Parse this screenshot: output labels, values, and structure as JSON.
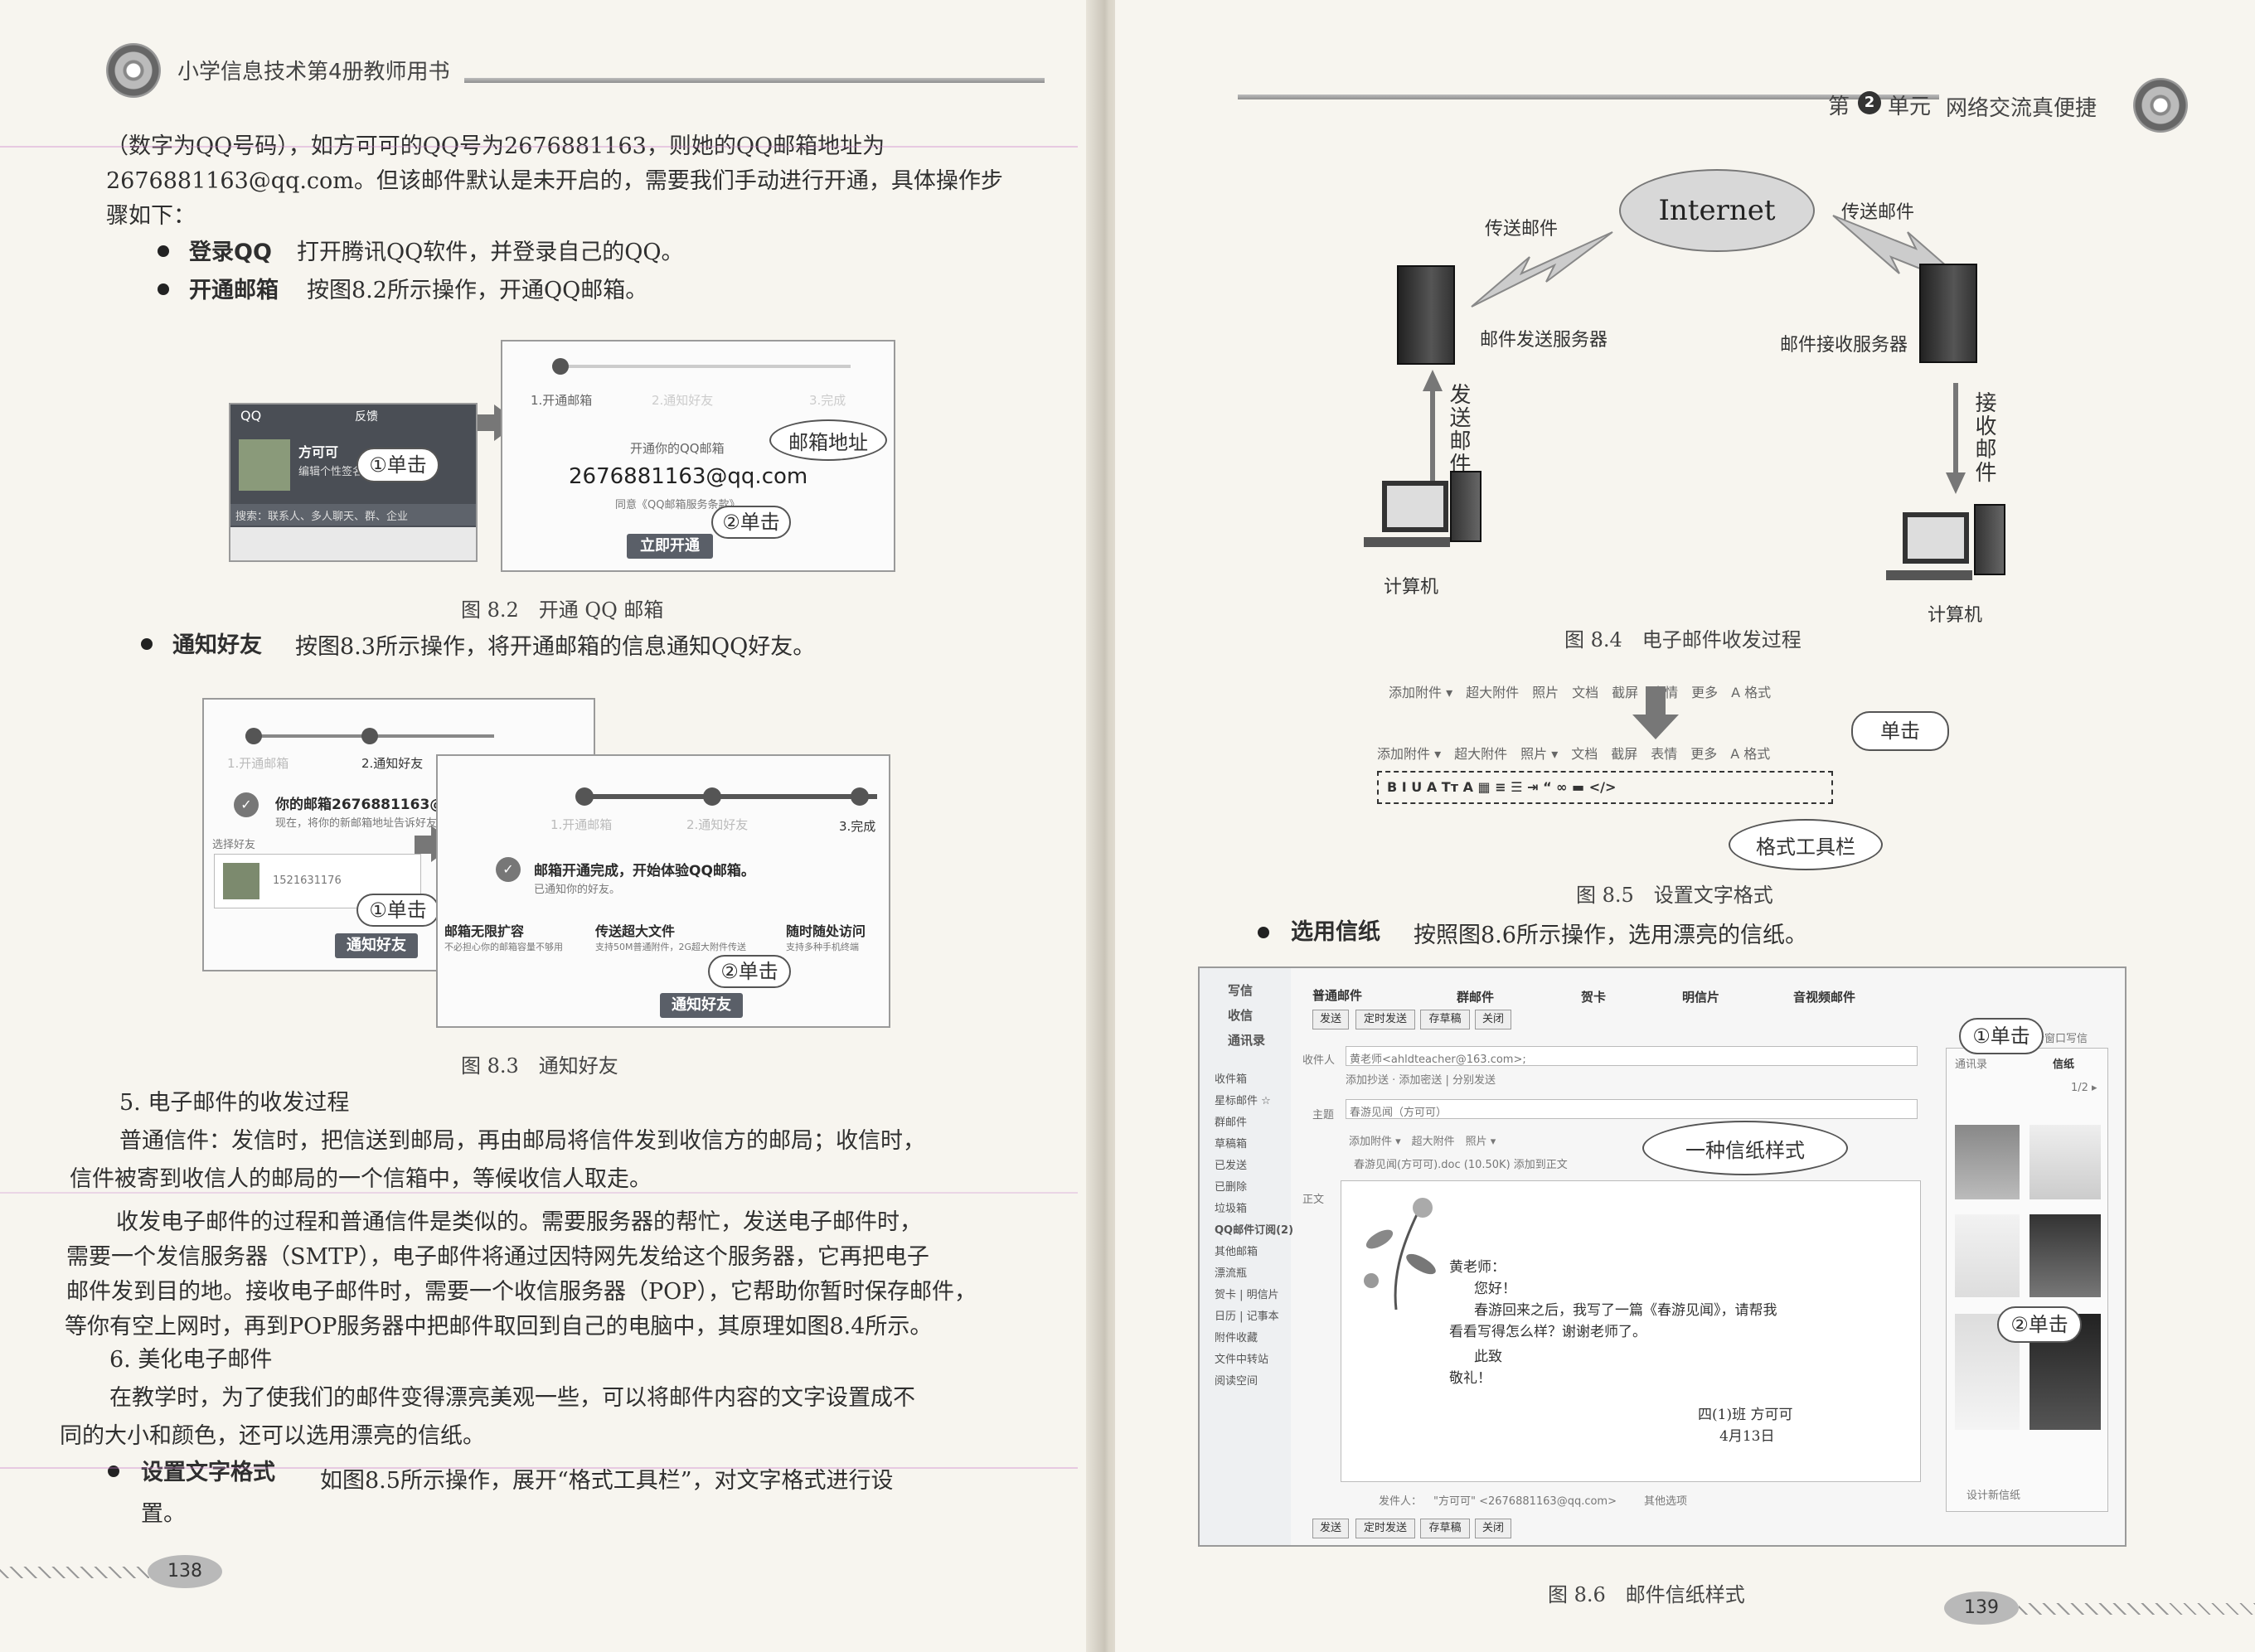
{
  "left": {
    "header_title": "小学信息技术第4册教师用书",
    "para1": [
      "（数字为QQ号码），如方可可的QQ号为2676881163，则她的QQ邮箱地址为",
      "2676881163@qq.com。但该邮件默认是未开启的，需要我们手动进行开通，具体操作步",
      "骤如下："
    ],
    "bullets": [
      {
        "title": "登录QQ",
        "text": "打开腾讯QQ软件，并登录自己的QQ。"
      },
      {
        "title": "开通邮箱",
        "text": "按图8.2所示操作，开通QQ邮箱。"
      },
      {
        "title": "通知好友",
        "text": "按图8.3所示操作，将开通邮箱的信息通知QQ好友。"
      }
    ],
    "fig82": {
      "caption": "图 8.2　开通 QQ 邮箱",
      "qq_panel": {
        "title": "QQ",
        "feedback": "反馈",
        "name": "方可可",
        "status": "编辑个性签名",
        "search": "搜索：联系人、多人聊天、群、企业"
      },
      "step1": "1.开通邮箱",
      "step2": "2.通知好友",
      "step3": "3.完成",
      "label": "开通你的QQ邮箱",
      "email": "2676881163@qq.com",
      "agree": "同意《QQ邮箱服务条款》",
      "button": "立即开通",
      "callout_click1": "①单击",
      "callout_email": "邮箱地址",
      "callout_click2": "②单击"
    },
    "fig83": {
      "caption": "图 8.3　通知好友",
      "step1": "1.开通邮箱",
      "step2": "2.通知好友",
      "step3": "3.完成",
      "email_title": "你的邮箱2676881163@",
      "email_sub": "现在，将你的新邮箱地址告诉好友吧",
      "select_friend": "选择好友",
      "friend_id": "1521631176",
      "notify_btn": "通知好友",
      "done_title": "邮箱开通完成，开始体验QQ邮箱。",
      "done_sub": "已通知你的好友。",
      "feature1_title": "邮箱无限扩容",
      "feature1_sub": "不必担心你的邮箱容量不够用",
      "feature2_title": "传送超大文件",
      "feature2_sub": "支持50M普通附件，2G超大附件传送",
      "feature3_title": "随时随处访问",
      "feature3_sub": "支持多种手机终端",
      "notify_btn2": "通知好友",
      "callout_click1": "①单击",
      "callout_click2": "②单击"
    },
    "sec5_title": "5.  电子邮件的收发过程",
    "sec5_paras": [
      "普通信件：发信时，把信送到邮局，再由邮局将信件发到收信方的邮局；收信时，",
      "信件被寄到收信人的邮局的一个信箱中，等候收信人取走。",
      "收发电子邮件的过程和普通信件是类似的。需要服务器的帮忙，发送电子邮件时，",
      "需要一个发信服务器（SMTP），电子邮件将通过因特网先发给这个服务器，它再把电子",
      "邮件发到目的地。接收电子邮件时，需要一个收信服务器（POP），它帮助你暂时保存邮件，",
      "等你有空上网时，再到POP服务器中把邮件取回到自己的电脑中，其原理如图8.4所示。"
    ],
    "sec6_title": "6.  美化电子邮件",
    "sec6_paras": [
      "在教学时，为了使我们的邮件变得漂亮美观一些，可以将邮件内容的文字设置成不",
      "同的大小和颜色，还可以选用漂亮的信纸。"
    ],
    "bullet4_title": "设置文字格式",
    "bullet4_text": "如图8.5所示操作，展开“格式工具栏”，对文字格式进行设",
    "bullet4_text2": "置。",
    "page_number": "138"
  },
  "right": {
    "header_unit": "第",
    "header_unit_num": "2",
    "header_unit_suffix": "单元",
    "header_title": "网络交流真便捷",
    "fig84": {
      "caption": "图 8.4　电子邮件收发过程",
      "internet": "Internet",
      "send_mail_left": "传送邮件",
      "send_mail_right": "传送邮件",
      "send_server": "邮件发送服务器",
      "recv_server": "邮件接收服务器",
      "send_vertical": "发送邮件",
      "recv_vertical": "接收邮件",
      "computer_left": "计算机",
      "computer_right": "计算机"
    },
    "fig85": {
      "caption": "图 8.5　设置文字格式",
      "toolbar_top": "添加附件 ▾　超大附件　照片　文档　截屏　表情　更多　A 格式",
      "toolbar_mid": "添加附件 ▾　超大附件　照片 ▾　文档　截屏　表情　更多　A 格式",
      "format_bar": "B  I  U  A  Tт  A  ▦  ≡  ☰  ⇥  “  ∞  ▬  </>",
      "callout_click": "单击",
      "callout_toolbar": "格式工具栏"
    },
    "bullet_title": "选用信纸",
    "bullet_text": "按照图8.6所示操作，选用漂亮的信纸。",
    "fig86": {
      "caption": "图 8.6　邮件信纸样式",
      "side": [
        "写信",
        "收信",
        "通讯录"
      ],
      "folders": [
        "收件箱",
        "星标邮件 ☆",
        "群邮件",
        "草稿箱",
        "已发送",
        "已删除",
        "垃圾箱",
        "QQ邮件订阅(2)",
        "其他邮箱",
        "漂流瓶",
        "贺卡 | 明信片",
        "日历 | 记事本",
        "附件收藏",
        "文件中转站",
        "阅读空间"
      ],
      "tabs": [
        "普通邮件",
        "群邮件",
        "贺卡",
        "明信片",
        "音视频邮件"
      ],
      "buttons": [
        "发送",
        "定时发送",
        "存草稿",
        "关闭"
      ],
      "to_label": "收件人",
      "to_value": "黄老师<ahldteacher@163.com>;",
      "to_sub": "添加抄送 · 添加密送 | 分别发送",
      "subject_label": "主题",
      "subject_value": "春游见闻（方可可）",
      "attach_bar": "添加附件 ▾　超大附件　照片 ▾",
      "attachment": "春游见闻(方可可).doc (10.50K) 添加到正文",
      "body_label": "正文",
      "letter": [
        "黄老师：",
        "您好！",
        "春游回来之后，我写了一篇《春游见闻》，请帮我",
        "看看写得怎么样？谢谢老师了。",
        "此致",
        "敬礼！",
        "四(1)班 方可可",
        "4月13日"
      ],
      "sender_label": "发件人：",
      "sender_value": "\"方可可\" <2676881163@qq.com>",
      "more_options": "其他选项",
      "new_window": "新窗口写信",
      "panel_tabs": [
        "通讯录",
        "信纸"
      ],
      "page_indicator": "1/2 ▸",
      "design": "设计新信纸",
      "callout_click1": "①单击",
      "callout_style": "一种信纸样式",
      "callout_click2": "②单击"
    },
    "page_number": "139"
  }
}
